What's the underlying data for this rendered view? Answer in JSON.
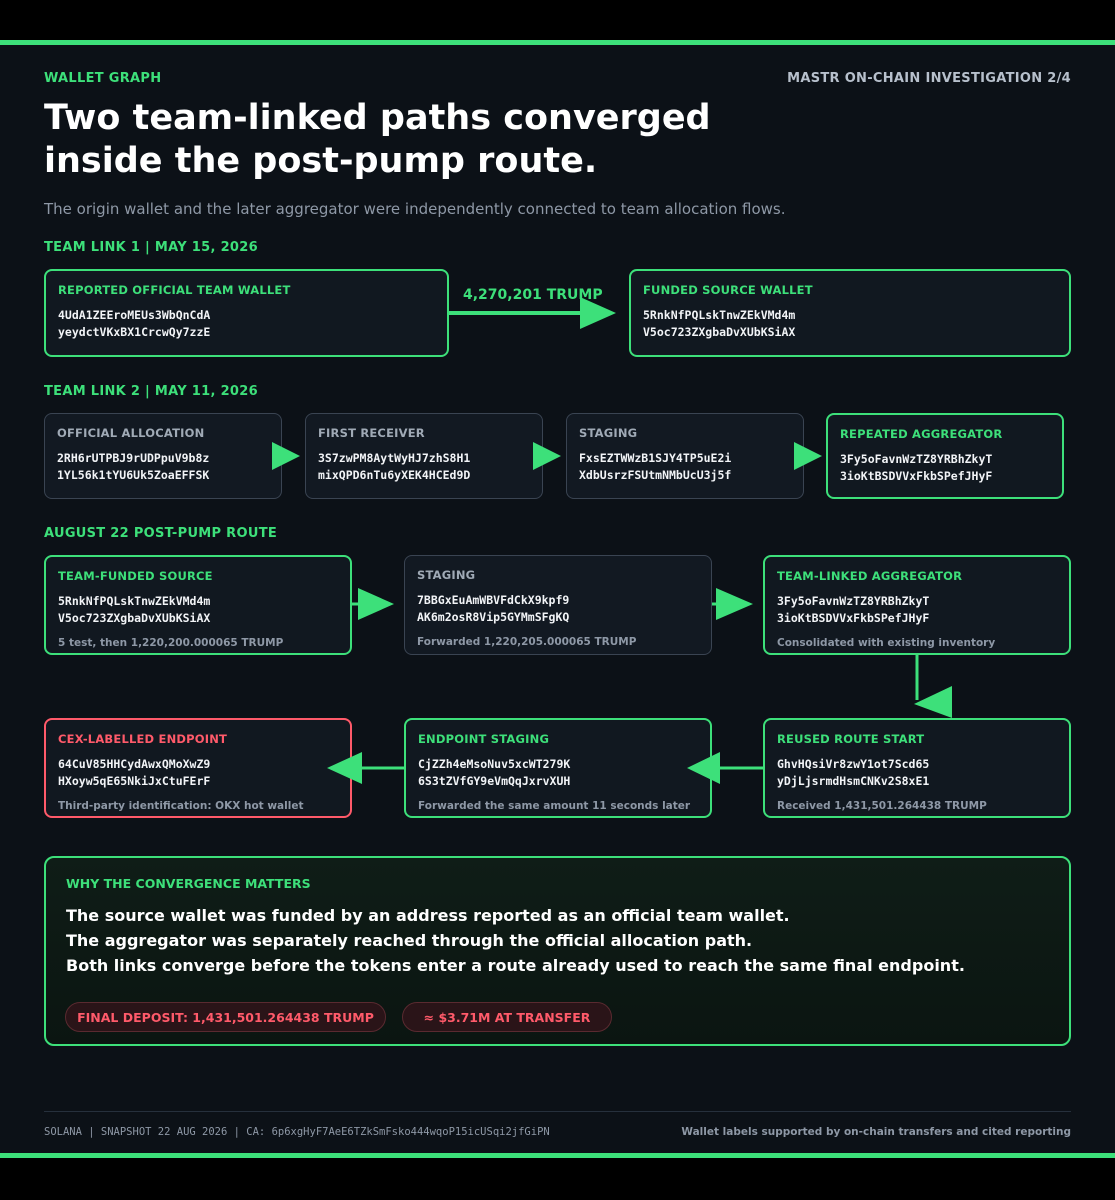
{
  "header": {
    "kicker": "WALLET GRAPH",
    "series": "MASTR ON-CHAIN INVESTIGATION 2/4",
    "title_line1": "Two team-linked paths converged",
    "title_line2": "inside the post-pump route.",
    "subtitle": "The origin wallet and the later aggregator were independently connected to team allocation flows."
  },
  "link1": {
    "heading": "TEAM LINK 1 | MAY 15, 2026",
    "amount": "4,270,201 TRUMP",
    "from": {
      "label": "REPORTED OFFICIAL TEAM WALLET",
      "addr1": "4UdA1ZEEroMEUs3WbQnCdA",
      "addr2": "yeydctVKxBX1CrcwQy7zzE"
    },
    "to": {
      "label": "FUNDED SOURCE WALLET",
      "addr1": "5RnkNfPQLskTnwZEkVMd4m",
      "addr2": "V5oc723ZXgbaDvXUbKSiAX"
    }
  },
  "link2": {
    "heading": "TEAM LINK 2 | MAY 11, 2026",
    "nodes": [
      {
        "label": "OFFICIAL ALLOCATION",
        "addr1": "2RH6rUTPBJ9rUDPpuV9b8z",
        "addr2": "1YL56k1tYU6Uk5ZoaEFFSK"
      },
      {
        "label": "FIRST RECEIVER",
        "addr1": "3S7zwPM8AytWyHJ7zhS8H1",
        "addr2": "mixQPD6nTu6yXEK4HCEd9D"
      },
      {
        "label": "STAGING",
        "addr1": "FxsEZTWWzB1SJY4TP5uE2i",
        "addr2": "XdbUsrzFSUtmNMbUcU3j5f"
      },
      {
        "label": "REPEATED AGGREGATOR",
        "addr1": "3Fy5oFavnWzTZ8YRBhZkyT",
        "addr2": "3ioKtBSDVVxFkbSPefJHyF"
      }
    ]
  },
  "route": {
    "heading": "AUGUST 22 POST-PUMP ROUTE",
    "row1": [
      {
        "label": "TEAM-FUNDED SOURCE",
        "addr1": "5RnkNfPQLskTnwZEkVMd4m",
        "addr2": "V5oc723ZXgbaDvXUbKSiAX",
        "note": "5 test, then 1,220,200.000065 TRUMP"
      },
      {
        "label": "STAGING",
        "addr1": "7BBGxEuAmWBVFdCkX9kpf9",
        "addr2": "AK6m2osR8Vip5GYMmSFgKQ",
        "note": "Forwarded 1,220,205.000065 TRUMP"
      },
      {
        "label": "TEAM-LINKED AGGREGATOR",
        "addr1": "3Fy5oFavnWzTZ8YRBhZkyT",
        "addr2": "3ioKtBSDVVxFkbSPefJHyF",
        "note": "Consolidated with existing inventory"
      }
    ],
    "row2": [
      {
        "label": "CEX-LABELLED ENDPOINT",
        "addr1": "64CuV85HHCydAwxQMoXwZ9",
        "addr2": "HXoyw5qE65NkiJxCtuFErF",
        "note": "Third-party identification: OKX hot wallet"
      },
      {
        "label": "ENDPOINT STAGING",
        "addr1": "CjZZh4eMsoNuv5xcWT279K",
        "addr2": "6S3tZVfGY9eVmQqJxrvXUH",
        "note": "Forwarded the same amount 11 seconds later"
      },
      {
        "label": "REUSED ROUTE START",
        "addr1": "GhvHQsiVr8zwY1ot7Scd65",
        "addr2": "yDjLjsrmdHsmCNKv2S8xE1",
        "note": "Received 1,431,501.264438 TRUMP"
      }
    ]
  },
  "why": {
    "label": "WHY THE CONVERGENCE MATTERS",
    "lines": [
      "The source wallet was funded by an address reported as an official team wallet.",
      "The aggregator was separately reached through the official allocation path.",
      "Both links converge before the tokens enter a route already used to reach the same final endpoint."
    ],
    "pill1": "FINAL DEPOSIT: 1,431,501.264438 TRUMP",
    "pill2": "≈ $3.71M AT TRANSFER"
  },
  "footer": {
    "left": "SOLANA | SNAPSHOT 22 AUG 2026 | CA: 6p6xgHyF7AeE6TZkSmFsko444wqoP15icUSqi2jfGiPN",
    "right": "Wallet labels supported by on-chain transfers and cited reporting"
  },
  "colors": {
    "accent": "#3de07a",
    "alert": "#ff5a6a",
    "background": "#0c1117",
    "muted": "#8e98a6"
  }
}
